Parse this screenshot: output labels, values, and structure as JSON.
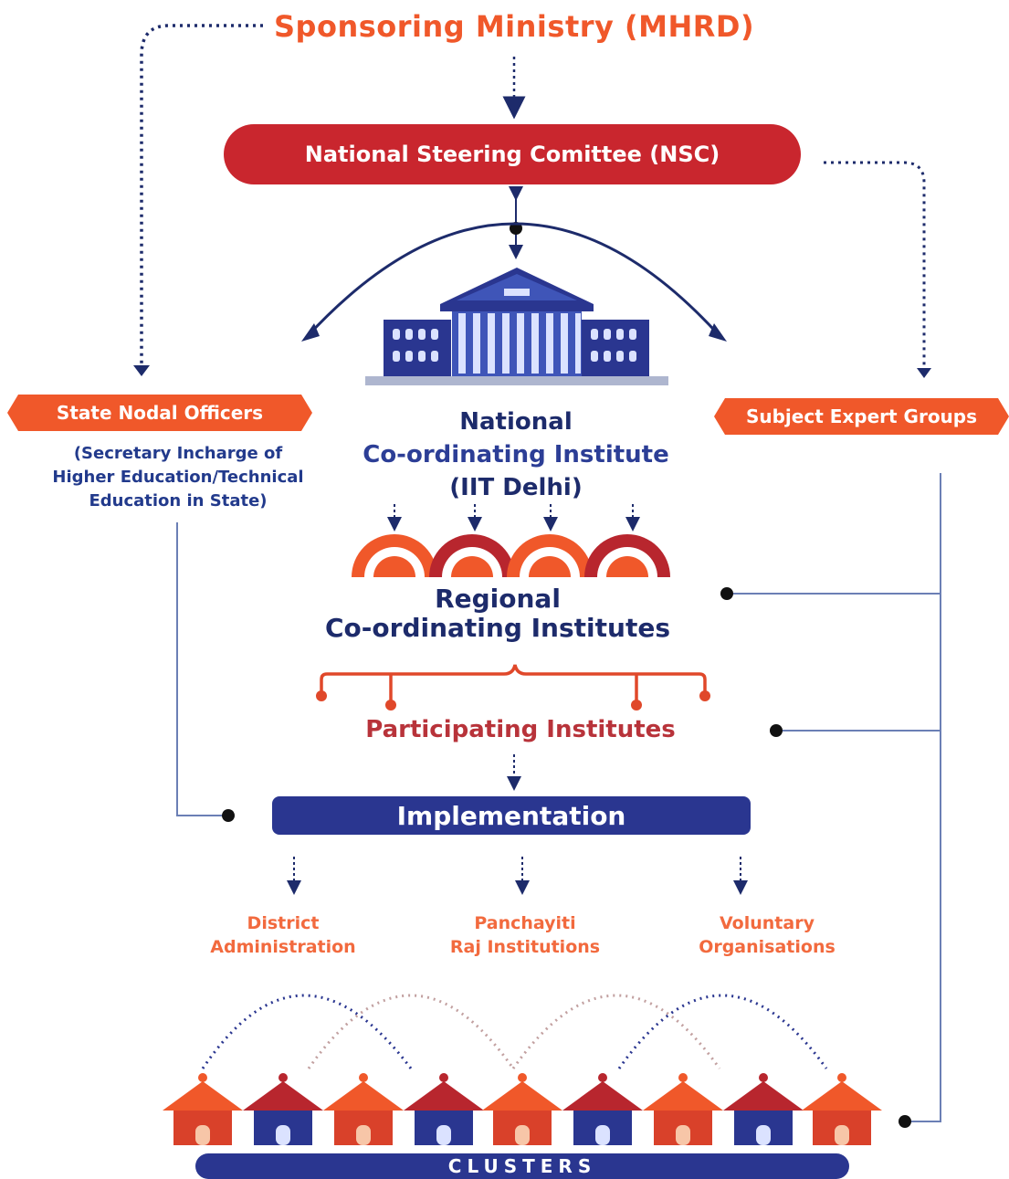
{
  "sponsor": {
    "title": "Sponsoring Ministry (MHRD)"
  },
  "nsc": {
    "label": "National Steering Comittee (NSC)"
  },
  "left": {
    "tag": "State Nodal Officers",
    "sub": [
      "(Secretary Incharge of",
      "Higher Education/Technical",
      "Education in State)"
    ]
  },
  "right": {
    "tag": "Subject Expert Groups"
  },
  "nci": {
    "lines": [
      "National",
      "Co-ordinating Institute",
      "(IIT Delhi)"
    ]
  },
  "rci": {
    "lines": [
      "Regional",
      "Co-ordinating Institutes"
    ]
  },
  "participating": {
    "label": "Participating Institutes"
  },
  "implementation": {
    "label": "Implementation"
  },
  "agencies": [
    {
      "lines": [
        "District",
        "Administration"
      ]
    },
    {
      "lines": [
        "Panchayiti",
        "Raj Institutions"
      ]
    },
    {
      "lines": [
        "Voluntary",
        "Organisations"
      ]
    }
  ],
  "clusters": {
    "label": "CLUSTERS"
  },
  "colors": {
    "orange": "#f0582a",
    "red": "#c9262e",
    "navy": "#2a3690",
    "blue_text": "#223a8c"
  },
  "icons": {
    "building": "institute-building-icon",
    "huts": "village-hut-icon"
  }
}
